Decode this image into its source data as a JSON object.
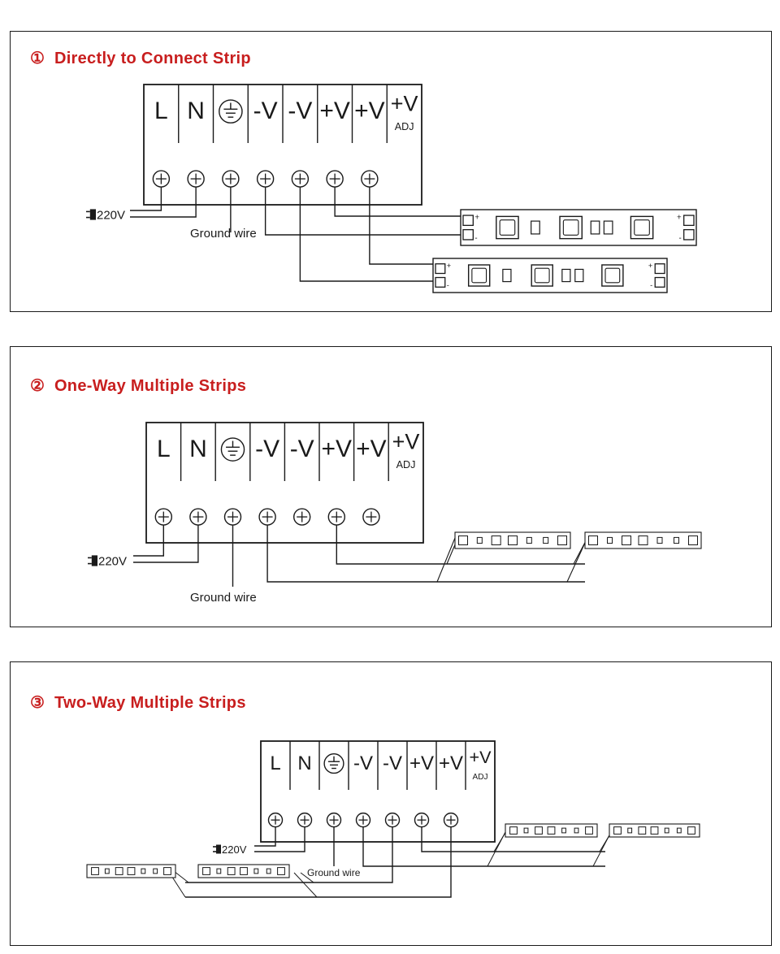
{
  "accent_color": "#c81e1e",
  "line_color": "#1a1a1a",
  "terminal_labels": [
    "L",
    "N",
    "-V",
    "-V",
    "+V",
    "+V",
    "+V"
  ],
  "adj_label": "ADJ",
  "earth_symbol": "earth-ground-icon",
  "power_label": "220V",
  "ground_label": "Ground wire",
  "strip_plus": "+",
  "strip_minus": "-",
  "sections": [
    {
      "number": "①",
      "title": "Directly to Connect Strip"
    },
    {
      "number": "②",
      "title": "One-Way Multiple Strips"
    },
    {
      "number": "③",
      "title": "Two-Way Multiple Strips"
    }
  ]
}
